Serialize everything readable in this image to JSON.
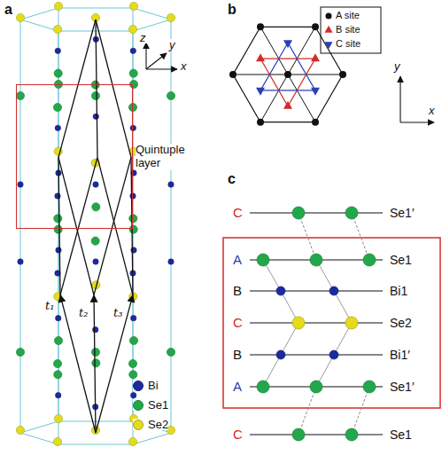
{
  "diagram": {
    "nodes": [
      {
        "text": [
          "Quintuple layer"
        ]
      }
    ],
    "labels": [
      "a",
      "z",
      "y",
      "x",
      "t₁",
      "t₂",
      "t₃",
      "b",
      "y",
      "x",
      "c",
      "C",
      "Se1′",
      "A",
      "Se1",
      "B",
      "Bi1",
      "C",
      "Se2",
      "B",
      "Bi1′",
      "A",
      "Se1′",
      "C",
      "Se1"
    ],
    "legend": [
      {
        "text": "Bi",
        "color": "#1c2a9e"
      },
      {
        "text": "Se1",
        "color": "#22a84a"
      },
      {
        "text": "Se2",
        "color": "#e3dc1c"
      },
      {
        "text": "A site"
      },
      {
        "text": "B site"
      },
      {
        "text": "C site"
      }
    ]
  }
}
